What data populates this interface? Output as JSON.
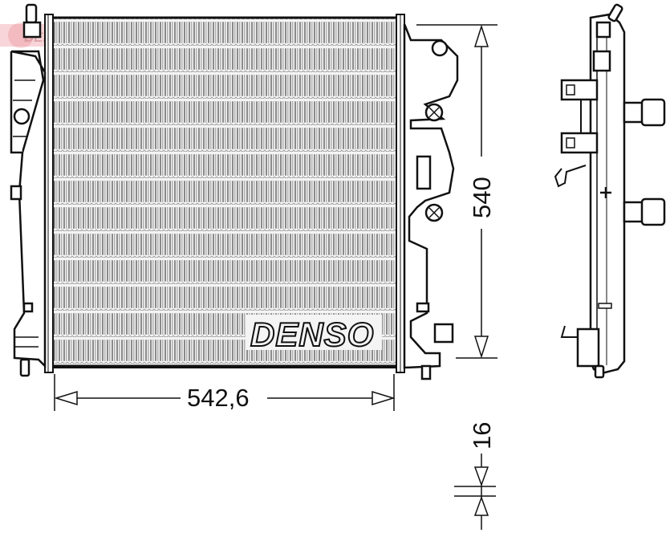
{
  "drawing": {
    "type": "radiator technical drawing",
    "brand_logo": "DENSO",
    "watermark": "DENSO",
    "colors": {
      "line": "#111111",
      "core_fin": "#8a8a8a",
      "core_bg": "#f4f4f4",
      "watermark_red": "#e04050"
    }
  },
  "dimensions": {
    "width_label": "542,6",
    "height_label": "540",
    "depth_label": "16"
  },
  "views": {
    "front": "front-view",
    "side": "side-view",
    "section": "core-thickness-section"
  }
}
